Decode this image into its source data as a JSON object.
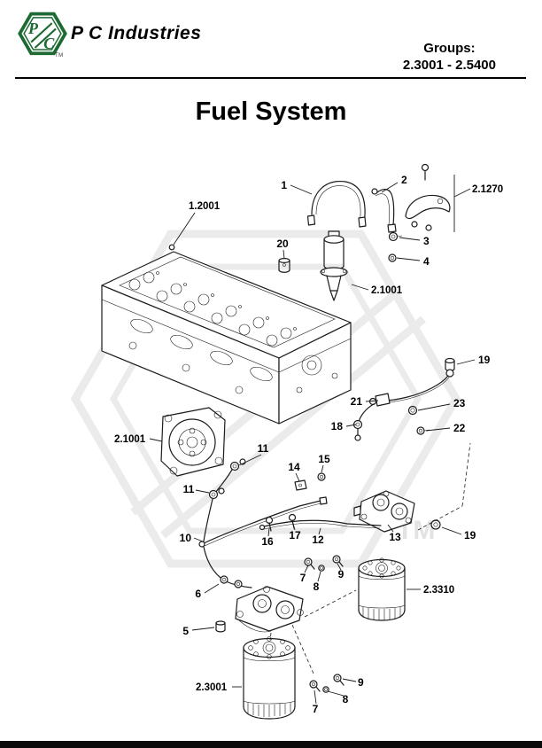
{
  "header": {
    "logo_p": "P",
    "logo_c": "C",
    "logo_tm": "TM",
    "company": "P C Industries",
    "groups_label": "Groups:",
    "groups_range": "2.3001 - 2.5400"
  },
  "title": "Fuel System",
  "watermark_tm": "TM",
  "part_refs": {
    "head": "1.2001",
    "bracket": "2.1270",
    "injector": "2.1001",
    "pump": "2.1001",
    "filter_right": "2.3310",
    "filter_bottom": "2.3001"
  },
  "callouts": {
    "c1": "1",
    "c2": "2",
    "c3": "3",
    "c4": "4",
    "c5": "5",
    "c6": "6",
    "c7_top": "7",
    "c8_top": "8",
    "c9_top": "9",
    "c7_bottom": "7",
    "c8_bottom": "8",
    "c9_bottom": "9",
    "c10": "10",
    "c11_upper": "11",
    "c11_lower": "11",
    "c12": "12",
    "c13": "13",
    "c14": "14",
    "c15": "15",
    "c16": "16",
    "c17": "17",
    "c18": "18",
    "c19_top": "19",
    "c19_bottom": "19",
    "c20": "20",
    "c21": "21",
    "c22": "22",
    "c23": "23"
  }
}
